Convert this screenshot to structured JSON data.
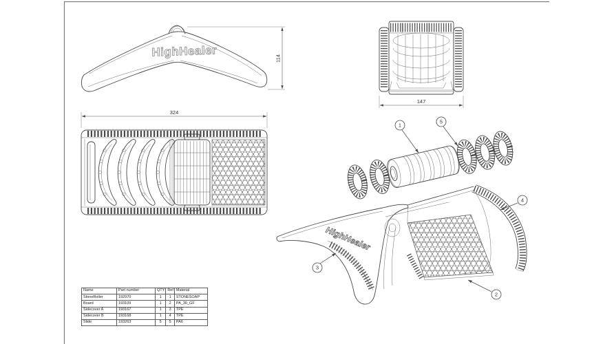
{
  "brand": "HighHealer",
  "colors": {
    "background": "#ffffff",
    "line": "#474747",
    "dimension": "#555555",
    "logo_outline": "#8f8f8f",
    "frame": "#7d7d7d",
    "table_border": "#5a5a5a"
  },
  "views": {
    "side_view": {
      "logo": "HighHealer",
      "height_dim": "114"
    },
    "top_view": {
      "width_dim": "324"
    },
    "front_view": {
      "width_dim": "147"
    },
    "exploded_view": {
      "callouts": [
        {
          "label": "1"
        },
        {
          "label": "5"
        }
      ]
    },
    "assembled_view": {
      "logo": "HighHealer",
      "callouts": [
        {
          "label": "3"
        },
        {
          "label": "2"
        },
        {
          "label": "4"
        }
      ]
    }
  },
  "parts_table": {
    "headers": [
      "Name",
      "Part number",
      "QTY",
      "Ref",
      "Material"
    ],
    "rows": [
      {
        "name": "StoneRoller",
        "part_number": "192970",
        "qty": "1",
        "ref": "1",
        "material": "STONESOAP"
      },
      {
        "name": "Board",
        "part_number": "193109",
        "qty": "1",
        "ref": "2",
        "material": "PA_30_GF"
      },
      {
        "name": "Sidecover A",
        "part_number": "193167",
        "qty": "1",
        "ref": "3",
        "material": "TPE"
      },
      {
        "name": "Sidecover B",
        "part_number": "193168",
        "qty": "1",
        "ref": "4",
        "material": "TPE"
      },
      {
        "name": "Slide",
        "part_number": "193263",
        "qty": "5",
        "ref": "5",
        "material": "PA6"
      }
    ]
  }
}
